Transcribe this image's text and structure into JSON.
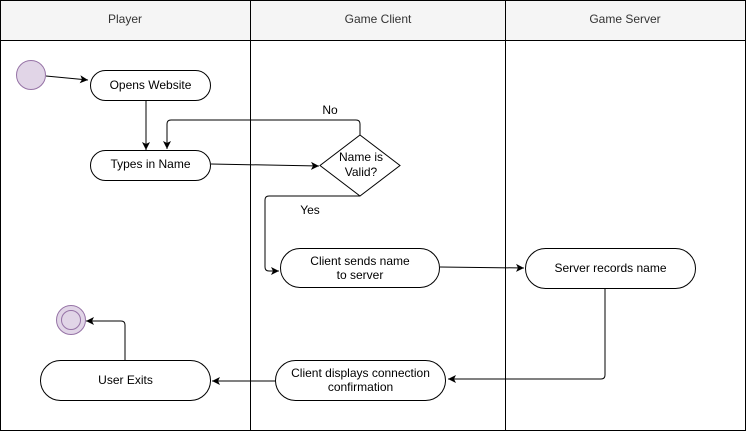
{
  "swimlanes": [
    {
      "id": "player",
      "label": "Player"
    },
    {
      "id": "client",
      "label": "Game Client"
    },
    {
      "id": "server",
      "label": "Game Server"
    }
  ],
  "nodes": {
    "opens_website": {
      "label": "Opens Website"
    },
    "types_name": {
      "label": "Types in Name"
    },
    "name_valid": {
      "label_lines": [
        "Name is",
        "Valid?"
      ]
    },
    "client_sends": {
      "label_lines": [
        "Client sends name",
        "to server"
      ]
    },
    "server_records": {
      "label": "Server records name"
    },
    "client_displays": {
      "label_lines": [
        "Client displays connection",
        "confirmation"
      ]
    },
    "user_exits": {
      "label": "User Exits"
    }
  },
  "edge_labels": {
    "no": "No",
    "yes": "Yes"
  },
  "colors": {
    "start_fill": "#e1d5e7",
    "start_stroke": "#9673a6",
    "end_fill": "#e1d5e7",
    "end_stroke": "#9673a6",
    "header_fill": "#f5f5f5",
    "line": "#000000"
  }
}
